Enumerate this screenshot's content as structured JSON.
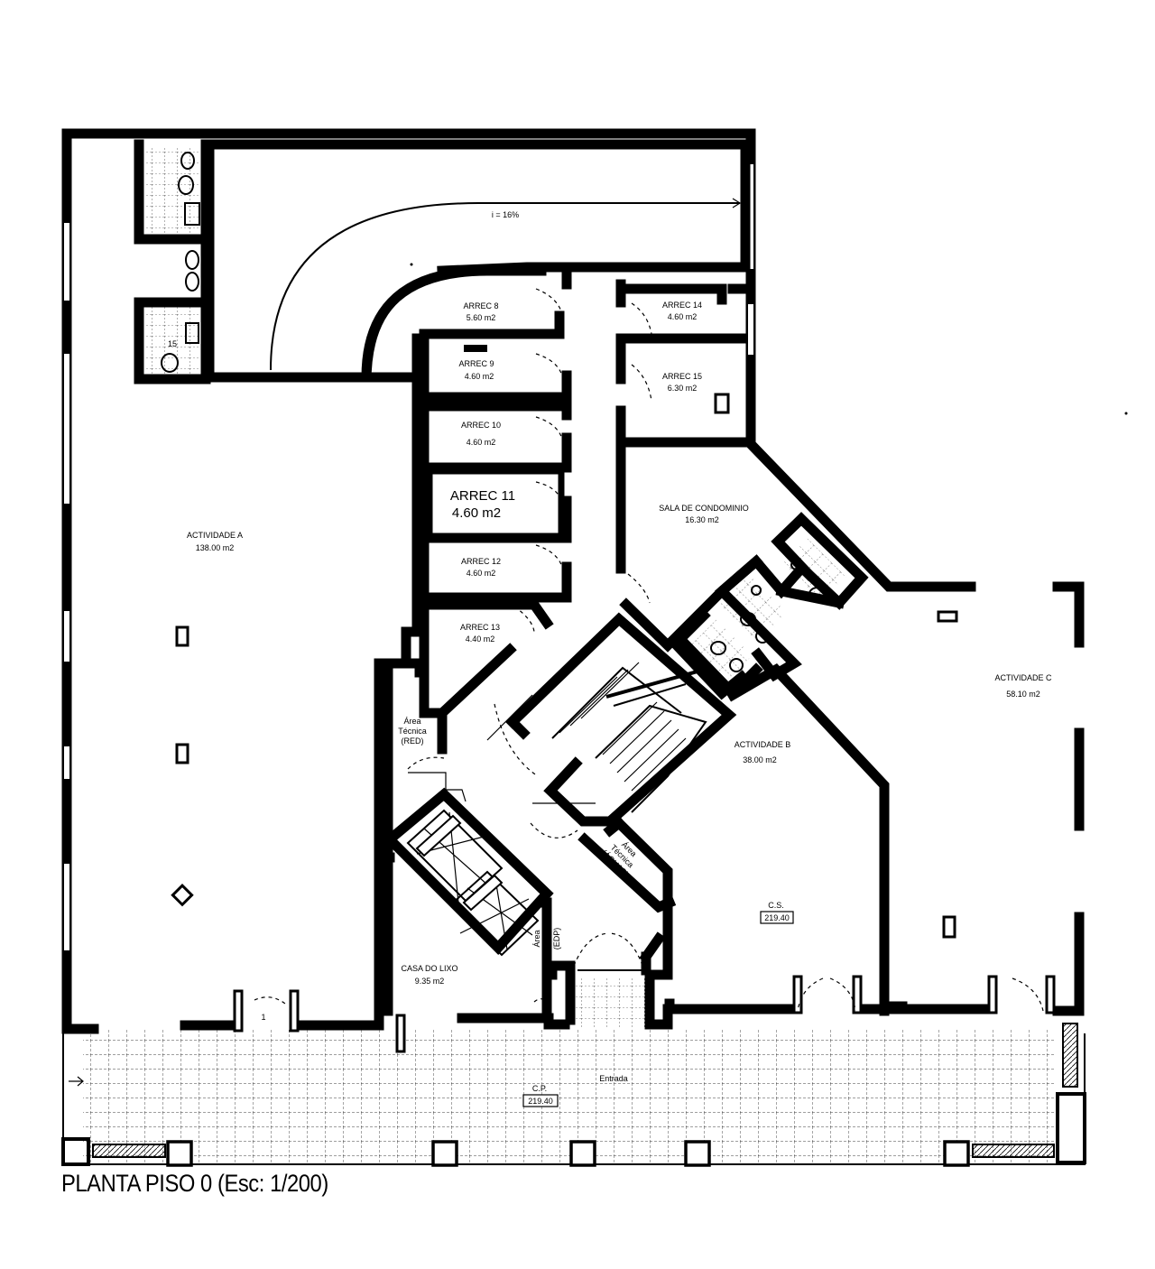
{
  "plan": {
    "caption": "PLANTA PISO 0   (Esc: 1/200)",
    "ramp_label": "i = 16%",
    "rooms": [
      {
        "id": "actividade-a",
        "name": "ACTIVIDADE A",
        "area": "138.00 m2"
      },
      {
        "id": "arrec-8",
        "name": "ARREC 8",
        "area": "5.60 m2"
      },
      {
        "id": "arrec-9",
        "name": "ARREC 9",
        "area": "4.60 m2"
      },
      {
        "id": "arrec-10",
        "name": "ARREC 10",
        "area": "4.60 m2"
      },
      {
        "id": "arrec-11",
        "name": "ARREC 11",
        "area": "4.60 m2"
      },
      {
        "id": "arrec-12",
        "name": "ARREC 12",
        "area": "4.60 m2"
      },
      {
        "id": "arrec-13",
        "name": "ARREC 13",
        "area": "4.40 m2"
      },
      {
        "id": "arrec-14",
        "name": "ARREC 14",
        "area": "4.60 m2"
      },
      {
        "id": "arrec-15",
        "name": "ARREC 15",
        "area": "6.30 m2"
      },
      {
        "id": "sala-condominio",
        "name": "SALA DE CONDOMINIO",
        "area": "16.30 m2"
      },
      {
        "id": "actividade-b",
        "name": "ACTIVIDADE B",
        "area": "38.00 m2"
      },
      {
        "id": "actividade-c",
        "name": "ACTIVIDADE C",
        "area": "58.10 m2"
      },
      {
        "id": "casa-lixo",
        "name": "CASA DO LIXO",
        "area": "9.35 m2"
      }
    ],
    "area_tecnica_1": {
      "line1": "Área",
      "line2": "Técnica",
      "line3": "(RED)"
    },
    "area_tecnica_2": {
      "line1": "Área",
      "line2": "Técnica",
      "line3": "(ÁGUAS)"
    },
    "area_tecnica_3": {
      "line1": "Área",
      "line2": "Técnica",
      "line3": "(EDP)"
    },
    "wc_number": "15",
    "entrance_number": "1",
    "cota_1": {
      "name": "C.S.",
      "value": "219.40"
    },
    "cota_2": {
      "name": "C.P.",
      "value": "219.40"
    },
    "entrada_label": "Entrada"
  }
}
